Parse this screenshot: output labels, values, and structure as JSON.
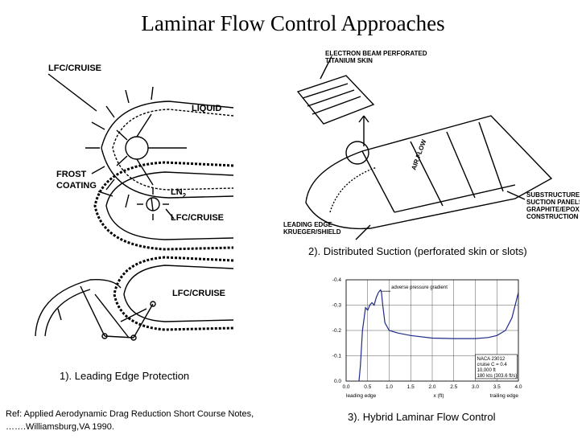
{
  "title": "Laminar Flow Control Approaches",
  "panel1": {
    "caption": "1).  Leading Edge Protection",
    "labels": {
      "lfc_cruise_1": "LFC/CRUISE",
      "liquid": "LIQUID",
      "frost": "FROST",
      "coating": "COATING",
      "ln2": "LN",
      "ln2_sub": "2",
      "lfc_cruise_2": "LFC/CRUISE",
      "lfc_cruise_3": "LFC/CRUISE"
    }
  },
  "panel2": {
    "caption": "2).  Distributed Suction (perforated skin or slots)",
    "labels": {
      "ebeam_1": "ELECTRON BEAM PERFORATED",
      "ebeam_2": "TITANIUM SKIN",
      "airflow": "AIR FLOW",
      "sub_1": "SUBSTRUCTURE &",
      "sub_2": "SUCTION PANELS",
      "sub_3": "GRAPHITE/EPOXY",
      "sub_4": "CONSTRUCTION",
      "le_1": "LEADING EDGE",
      "le_2": "KRUEGER/SHIELD"
    }
  },
  "panel3": {
    "caption": "3).  Hybrid Laminar Flow Control",
    "chart_data": {
      "type": "line",
      "xlabel": "x (ft)",
      "x_end_labels": {
        "left": "leading edge",
        "right": "trailing edge"
      },
      "x_ticks": [
        "0.0",
        "0.5",
        "1.0",
        "1.5",
        "2.0",
        "2.5",
        "3.0",
        "3.5",
        "4.0"
      ],
      "y_ticks": [
        "-0.4",
        "-0.3",
        "-0.2",
        "-0.1",
        "0.0"
      ],
      "xlim": [
        0,
        4
      ],
      "ylim": [
        0,
        -0.4
      ],
      "grid": true,
      "annotation": "adverse pressure gradient",
      "legend_lines": [
        "NACA 23012",
        "cruise C  = 0.4",
        "10,000 ft",
        "180 kts (303.6 ft/s)"
      ],
      "x": [
        0.3,
        0.33,
        0.38,
        0.45,
        0.5,
        0.55,
        0.6,
        0.65,
        0.7,
        0.75,
        0.8,
        0.82,
        0.85,
        0.9,
        1.0,
        1.2,
        1.5,
        2.0,
        2.5,
        3.0,
        3.3,
        3.5,
        3.7,
        3.85,
        4.0
      ],
      "y": [
        0.0,
        -0.06,
        -0.2,
        -0.29,
        -0.28,
        -0.3,
        -0.31,
        -0.3,
        -0.33,
        -0.35,
        -0.36,
        -0.35,
        -0.3,
        -0.23,
        -0.2,
        -0.19,
        -0.18,
        -0.17,
        -0.168,
        -0.168,
        -0.172,
        -0.18,
        -0.2,
        -0.25,
        -0.35
      ]
    }
  },
  "reference": {
    "line1": "Ref:  Applied Aerodynamic Drag Reduction Short Course Notes,",
    "line2": "…….Williamsburg,VA 1990."
  }
}
